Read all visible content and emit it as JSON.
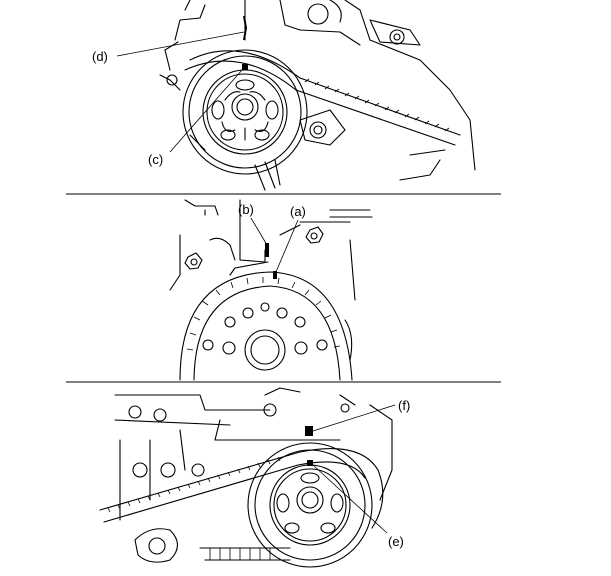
{
  "callouts": {
    "a": "(a)",
    "b": "(b)",
    "c": "(c)",
    "d": "(d)",
    "e": "(e)",
    "f": "(f)"
  },
  "colors": {
    "line": "#000000",
    "background": "#ffffff"
  }
}
